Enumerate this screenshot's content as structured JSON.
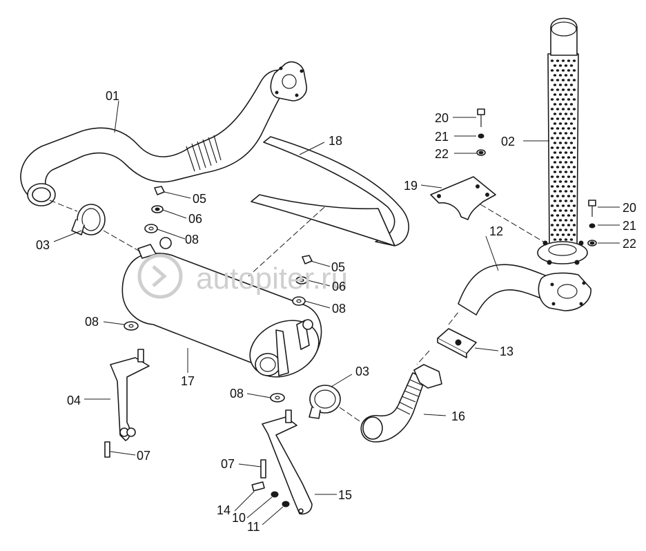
{
  "watermark": {
    "text": "autopiter.ru"
  },
  "callouts": {
    "c01": "01",
    "c02": "02",
    "c03a": "03",
    "c03b": "03",
    "c04": "04",
    "c05a": "05",
    "c05b": "05",
    "c06a": "06",
    "c06b": "06",
    "c07a": "07",
    "c07b": "07",
    "c08a": "08",
    "c08b": "08",
    "c08c": "08",
    "c08d": "08",
    "c10": "10",
    "c11": "11",
    "c12": "12",
    "c13": "13",
    "c14": "14",
    "c15": "15",
    "c16": "16",
    "c17": "17",
    "c18": "18",
    "c19": "19",
    "c20a": "20",
    "c20b": "20",
    "c21a": "21",
    "c21b": "21",
    "c22a": "22",
    "c22b": "22"
  }
}
